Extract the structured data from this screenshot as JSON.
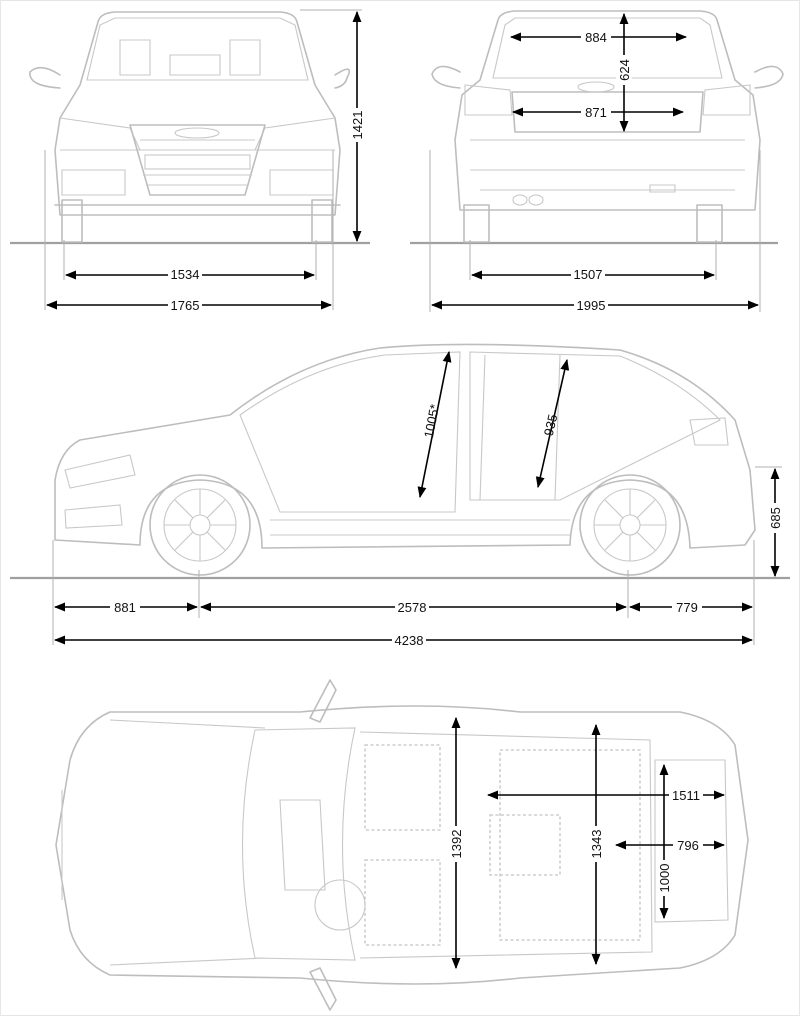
{
  "front_view": {
    "track_width": "1534",
    "overall_width": "1765",
    "height": "1421"
  },
  "rear_view": {
    "interior_width_upper": "884",
    "interior_width_lower": "871",
    "tailgate_height": "624",
    "track_width": "1507",
    "mirror_width": "1995"
  },
  "side_view": {
    "front_overhang": "881",
    "wheelbase": "2578",
    "rear_overhang": "779",
    "overall_length": "4238",
    "front_headroom": "1005*",
    "rear_headroom": "935",
    "loading_sill_height": "685"
  },
  "top_view": {
    "front_shoulder_width": "1392",
    "rear_shoulder_width": "1343",
    "cargo_length_seats_folded": "1511",
    "cargo_length": "796",
    "cargo_width": "1000"
  },
  "colors": {
    "drawing_lines": "#bdbdbd",
    "dimension_lines": "#000000",
    "background": "#ffffff"
  }
}
